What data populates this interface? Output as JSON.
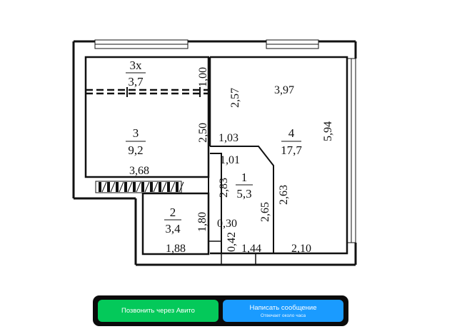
{
  "floorplan": {
    "rooms": [
      {
        "number": "3х",
        "area": "3,7"
      },
      {
        "number": "3",
        "area": "9,2"
      },
      {
        "number": "4",
        "area": "17,7"
      },
      {
        "number": "1",
        "area": "5,3"
      },
      {
        "number": "2",
        "area": "3,4"
      }
    ],
    "dimensions": {
      "d_1_00": "1,00",
      "d_2_57": "2,57",
      "d_3_97": "3,97",
      "d_2_50": "2,50",
      "d_1_03": "1,03",
      "d_5_94": "5,94",
      "d_1_01": "1,01",
      "d_3_68": "3,68",
      "d_2_83": "2,83",
      "d_2_65": "2,65",
      "d_2_63": "2,63",
      "d_1_80": "1,80",
      "d_0_30": "0,30",
      "d_0_42": "0,42",
      "d_1_88": "1,88",
      "d_1_44": "1,44",
      "d_2_10": "2,10"
    },
    "colors": {
      "wall": "#111111"
    }
  },
  "actions": {
    "call_label": "Позвонить через Авито",
    "message_label": "Написать сообщение",
    "message_sub": "Отвечает около часа",
    "colors": {
      "call": "#04c95a",
      "message": "#1a9bff",
      "bar": "#0b0b0b"
    }
  }
}
